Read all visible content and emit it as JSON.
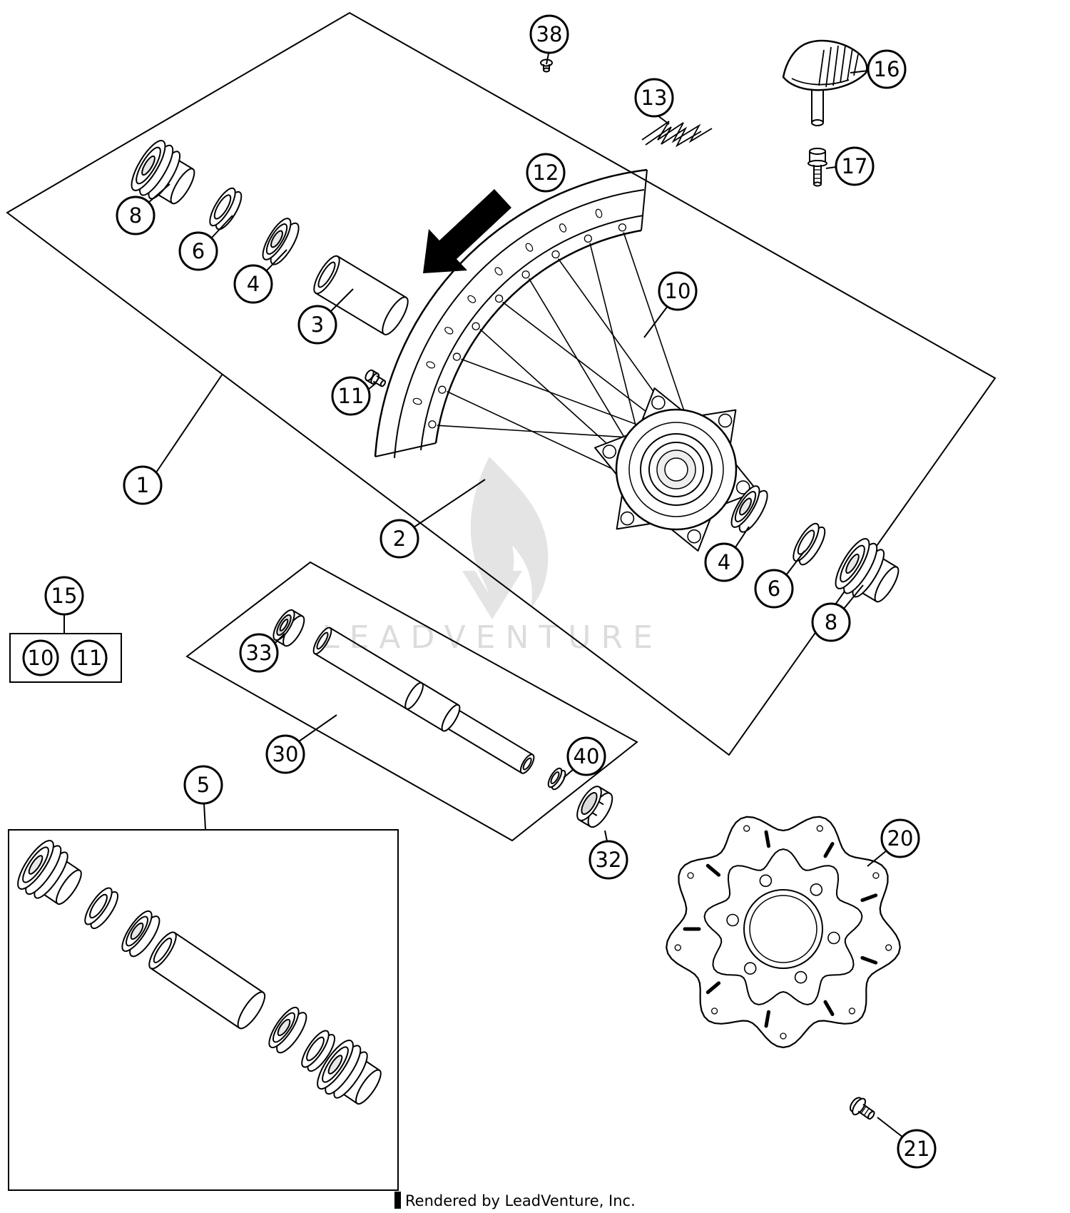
{
  "diagram": {
    "watermark": "LEADVENTURE",
    "footer": "Rendered by LeadVenture, Inc.",
    "colors": {
      "line": "#000000",
      "watermark": "#dcdcdc",
      "background": "#ffffff",
      "arrow": "#000000"
    },
    "callouts": {
      "n1": "1",
      "n2": "2",
      "n3": "3",
      "n4a": "4",
      "n4b": "4",
      "n5": "5",
      "n6a": "6",
      "n6b": "6",
      "n8a": "8",
      "n8b": "8",
      "n10a": "10",
      "n10b": "10",
      "n11a": "11",
      "n11b": "11",
      "n12": "12",
      "n13": "13",
      "n15": "15",
      "n16": "16",
      "n17": "17",
      "n20": "20",
      "n21": "21",
      "n30": "30",
      "n32": "32",
      "n33": "33",
      "n38": "38",
      "n40": "40"
    }
  }
}
